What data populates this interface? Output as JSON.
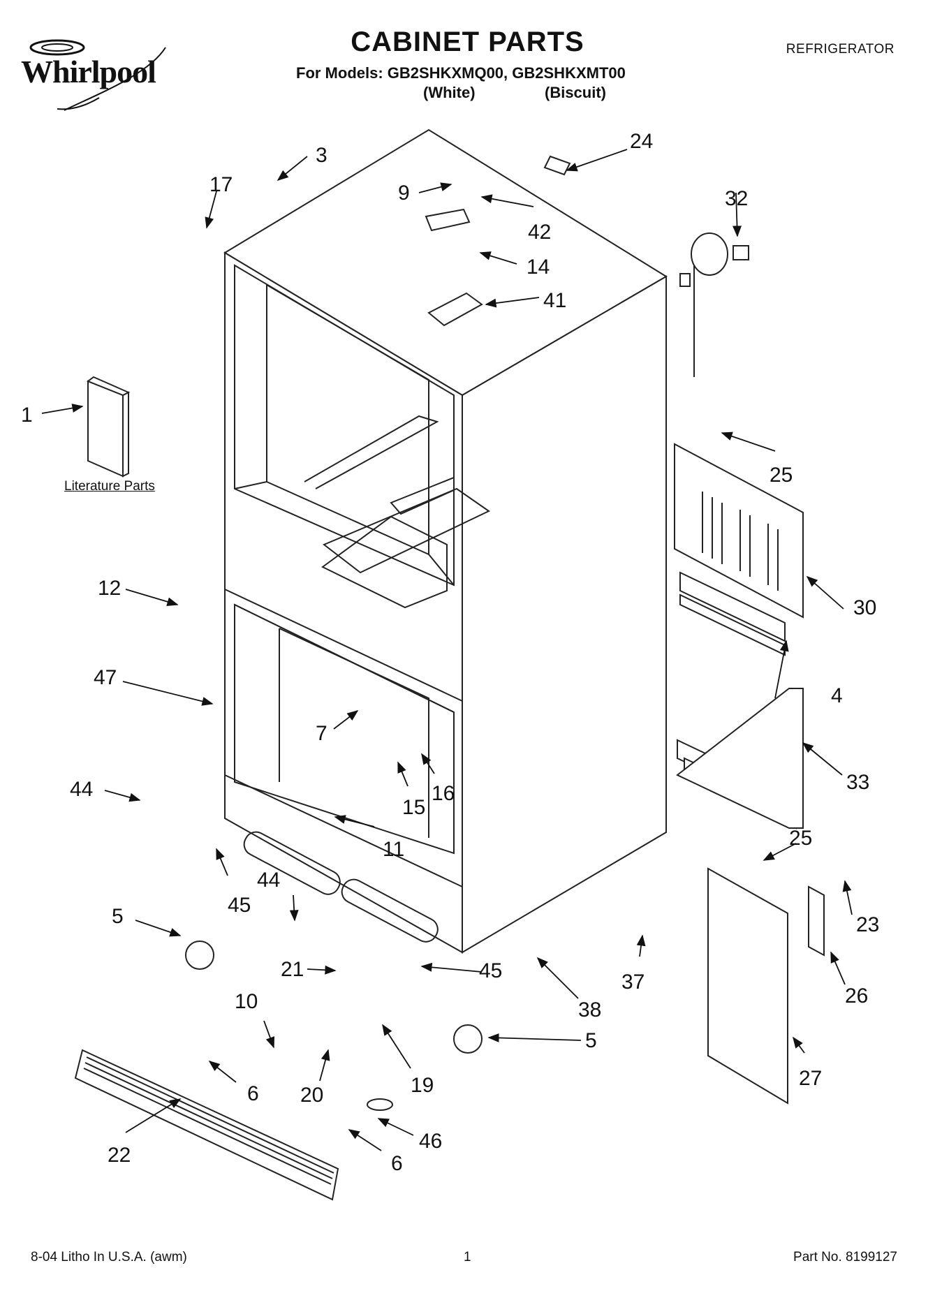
{
  "header": {
    "brand": "Whirlpool",
    "title": "CABINET PARTS",
    "models_line": "For Models: GB2SHKXMQ00, GB2SHKXMT00",
    "variant_1": "(White)",
    "variant_2": "(Biscuit)",
    "category": "REFRIGERATOR"
  },
  "diagram": {
    "literature_caption": "Literature Parts",
    "callouts": [
      "1",
      "3",
      "4",
      "5",
      "5",
      "6",
      "6",
      "7",
      "9",
      "10",
      "11",
      "12",
      "14",
      "15",
      "16",
      "17",
      "19",
      "20",
      "21",
      "22",
      "23",
      "24",
      "25",
      "25",
      "26",
      "27",
      "30",
      "32",
      "33",
      "37",
      "38",
      "41",
      "42",
      "44",
      "44",
      "45",
      "45",
      "46",
      "47"
    ]
  },
  "footer": {
    "litho": "8-04 Litho In U.S.A. (awm)",
    "page": "1",
    "part_no": "Part No. 8199127"
  }
}
